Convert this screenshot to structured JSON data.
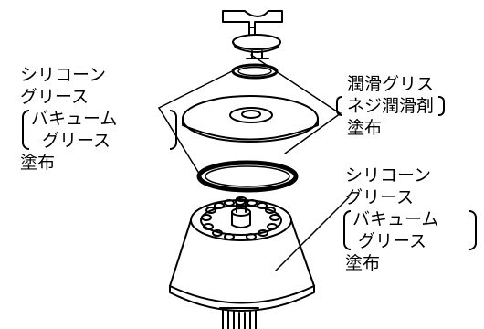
{
  "labels": {
    "left": {
      "line1": "シリコーン",
      "line2": "グリース",
      "bracket1": "バキューム",
      "bracket2": "グリース",
      "line3": "塗布"
    },
    "top_right": {
      "line1": "潤滑グリス",
      "bracket": "ネジ潤滑剤",
      "line2": "塗布"
    },
    "bottom_right": {
      "line1": "シリコーン",
      "line2": "グリース",
      "bracket1": "バキューム",
      "bracket2": "グリース",
      "line3": "塗布"
    }
  },
  "colors": {
    "ink": "#000000",
    "background": "#ffffff"
  }
}
